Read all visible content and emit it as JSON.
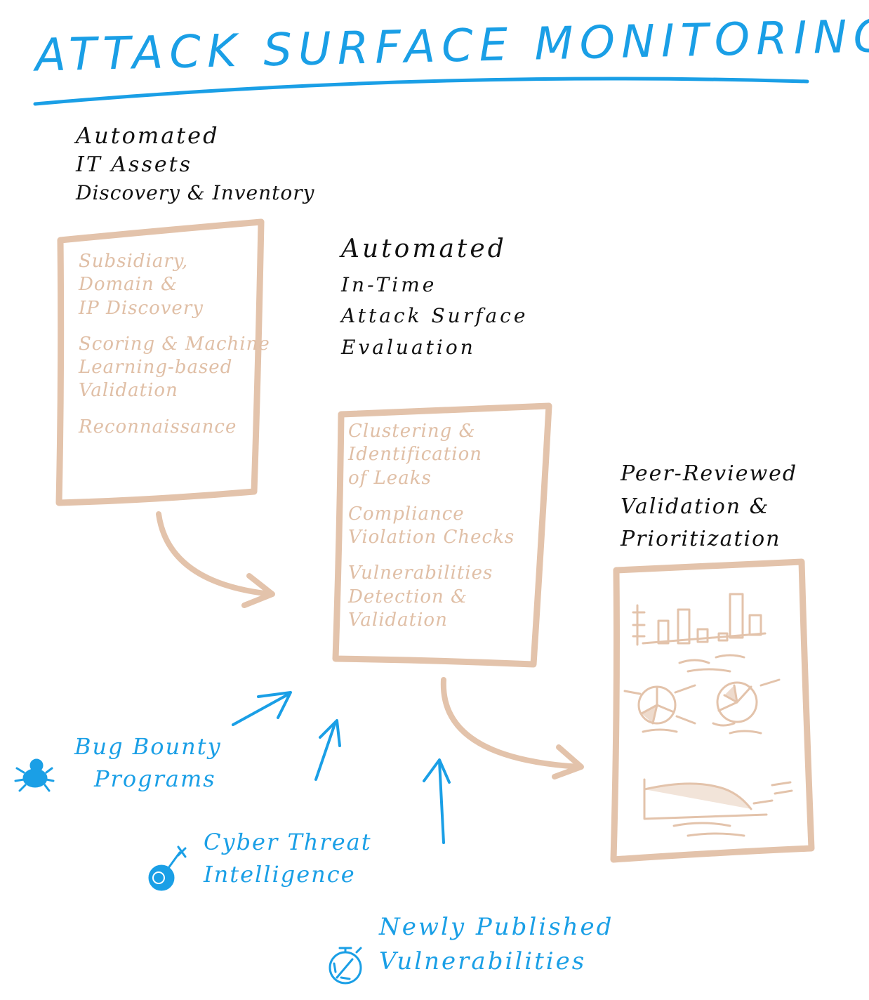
{
  "title": "ATTACK SURFACE MONITORING",
  "colors": {
    "accent_blue": "#1a9fe6",
    "box_stroke": "#e3c3ab",
    "box_text": "#e0bfa6",
    "heading_text": "#111111"
  },
  "stages": [
    {
      "heading": [
        "Automated",
        "IT Assets",
        "Discovery & Inventory"
      ],
      "items": [
        "Subsidiary,",
        "Domain &",
        "IP Discovery",
        "Scoring & Machine",
        "Learning-based",
        "Validation",
        "Reconnaissance"
      ]
    },
    {
      "heading": [
        "Automated",
        "In-Time",
        "Attack Surface",
        "Evaluation"
      ],
      "items": [
        "Clustering &",
        "Identification",
        "of Leaks",
        "Compliance",
        "Violation Checks",
        "Vulnerabilities",
        "Detection &",
        "Validation"
      ]
    },
    {
      "heading": [
        "Peer-Reviewed",
        "Validation &",
        "Prioritization"
      ],
      "items": []
    }
  ],
  "inputs": [
    {
      "lines": [
        "Bug Bounty",
        "Programs"
      ],
      "icon": "bug-icon"
    },
    {
      "lines": [
        "Cyber Threat",
        "Intelligence"
      ],
      "icon": "bomb-icon"
    },
    {
      "lines": [
        "Newly Published",
        "Vulnerabilities"
      ],
      "icon": "stopwatch-icon"
    }
  ]
}
